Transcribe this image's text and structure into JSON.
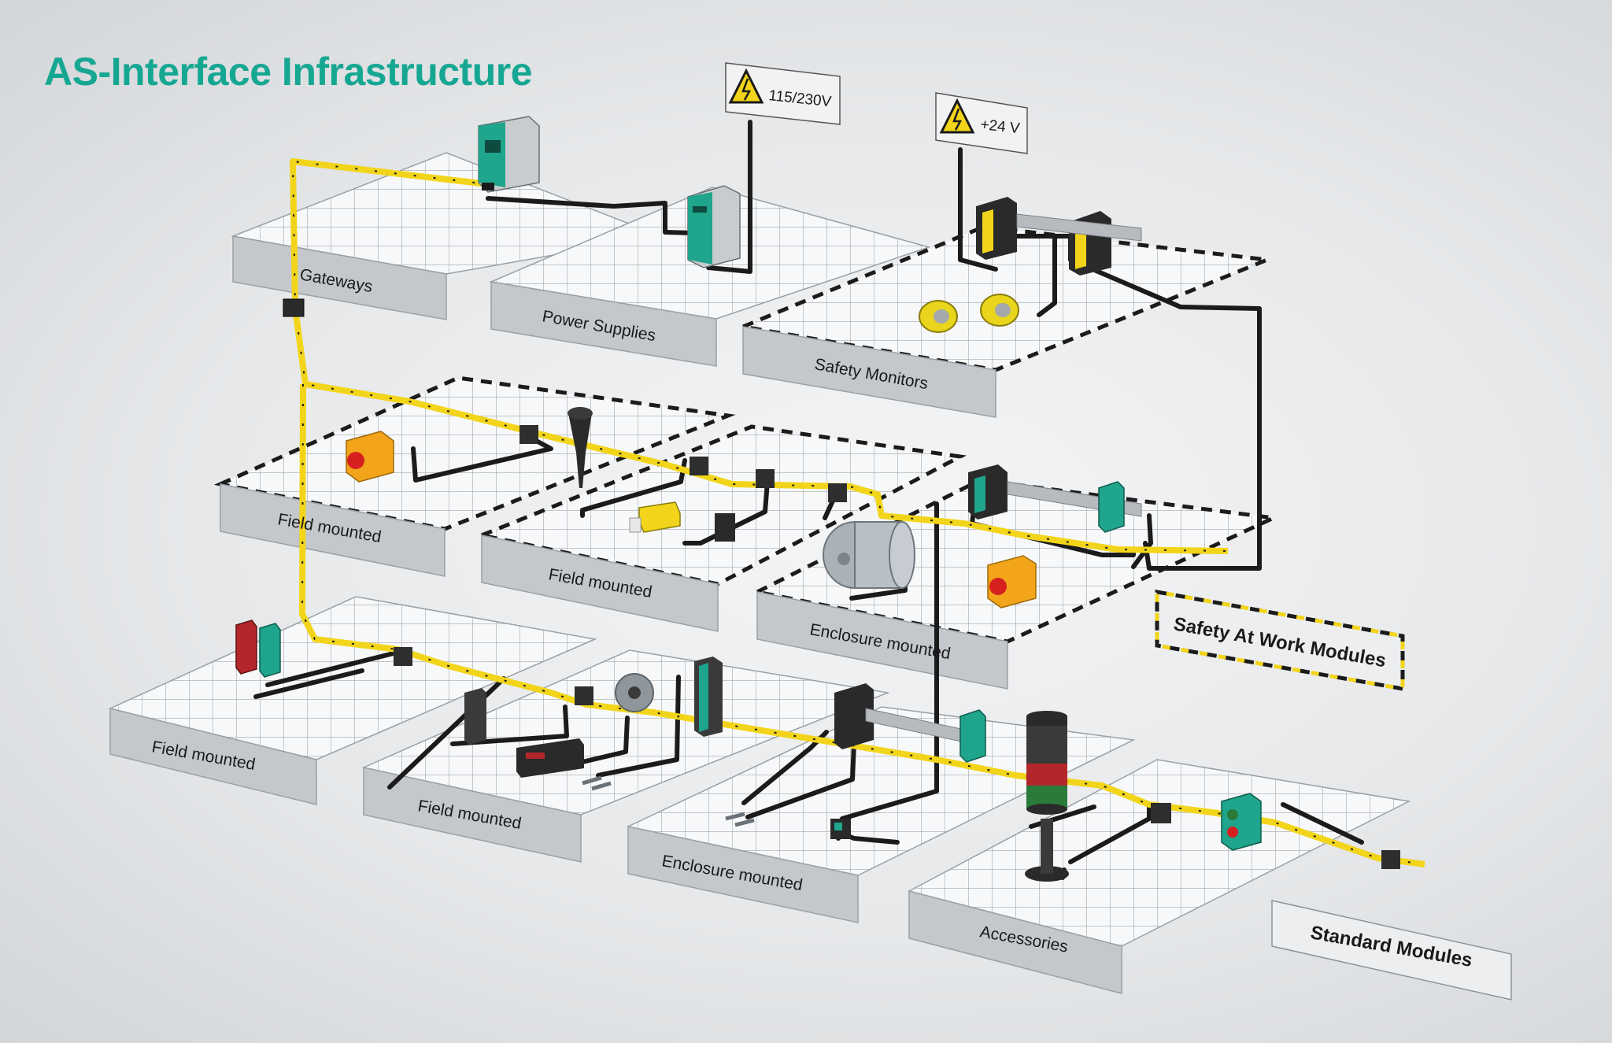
{
  "title": "AS-Interface Infrastructure",
  "colors": {
    "title": "#16a792",
    "cable_yellow": "#f2d51a",
    "cable_black": "#1b1b1b",
    "device_teal": "#1fa58c",
    "platform_face": "#c3c7cb",
    "grid_surface": "#f7f8f9",
    "grid_line": "#9ea3a8"
  },
  "voltage_signs": [
    {
      "label": "115/230V",
      "icon": "high-voltage-warning-icon"
    },
    {
      "label": "+24 V",
      "icon": "high-voltage-warning-icon"
    }
  ],
  "platforms": {
    "gateways": "Gateways",
    "power_supplies": "Power Supplies",
    "safety_monitors": "Safety Monitors",
    "field_mounted_safety_1": "Field mounted",
    "field_mounted_safety_2": "Field mounted",
    "enclosure_mounted_safety": "Enclosure mounted",
    "field_mounted_std_1": "Field mounted",
    "field_mounted_std_2": "Field mounted",
    "enclosure_mounted_std": "Enclosure mounted",
    "accessories": "Accessories"
  },
  "group_labels": {
    "safety": "Safety At Work Modules",
    "standard": "Standard Modules"
  },
  "devices": [
    {
      "name": "gateway-device-icon"
    },
    {
      "name": "power-supply-device-icon"
    },
    {
      "name": "safety-monitor-device-icon"
    },
    {
      "name": "safety-monitor-device-icon"
    },
    {
      "name": "emergency-stop-button-icon"
    },
    {
      "name": "emergency-stop-button-icon"
    },
    {
      "name": "safety-light-curtain-sensor-icon"
    },
    {
      "name": "rotary-encoder-icon"
    },
    {
      "name": "electric-motor-icon"
    },
    {
      "name": "signal-tower-icon"
    },
    {
      "name": "push-button-station-icon"
    },
    {
      "name": "display-unit-icon"
    },
    {
      "name": "io-module-icon"
    }
  ]
}
